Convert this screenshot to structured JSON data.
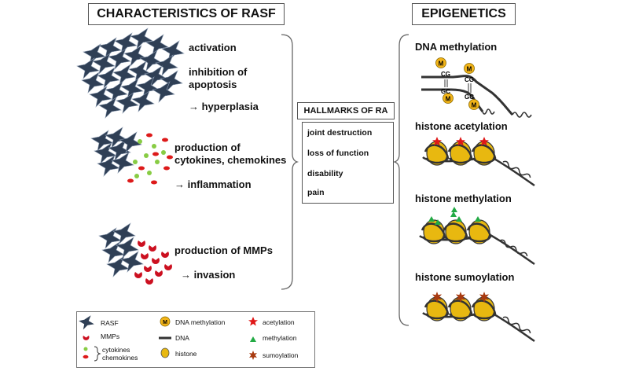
{
  "left_title": "CHARACTERISTICS OF RASF",
  "right_title": "EPIGENETICS",
  "rasf": {
    "activation": "activation",
    "inhibition": "inhibition of",
    "apoptosis": "apoptosis",
    "hyperplasia": "→ hyperplasia",
    "production1": "production of",
    "cytokines": "cytokines, chemokines",
    "inflammation": "→ inflammation",
    "production_mmps": "production of MMPs",
    "invasion": "→ invasion"
  },
  "hallmarks": {
    "title": "HALLMARKS OF RA",
    "items": [
      "joint destruction",
      "loss of function",
      "disability",
      "pain"
    ]
  },
  "epigenetics": {
    "dna_methylation": "DNA methylation",
    "histone_acetylation": "histone acetylation",
    "histone_methylation": "histone methylation",
    "histone_sumoylation": "histone sumoylation",
    "methyl_mark": "M",
    "base_cg": "CG",
    "base_gc": "GC"
  },
  "legend": {
    "rasf": "RASF",
    "mmps": "MMPs",
    "cytokines": "cytokines",
    "chemokines": "chemokines",
    "dna_methylation": "DNA methylation",
    "dna": "DNA",
    "histone": "histone",
    "acetylation": "acetylation",
    "methylation": "methylation",
    "sumoylation": "sumoylation",
    "m_mark": "M"
  },
  "colors": {
    "rasf_cell": "#2f3f55",
    "mmp": "#cc1020",
    "cytokine": "#88cc44",
    "chemokine": "#dd1a1a",
    "methyl_circle": "#f2b418",
    "histone": "#e8b810",
    "acetyl_star": "#e01818",
    "methyl_triangle": "#22aa44",
    "sumo_star": "#a83a10"
  }
}
